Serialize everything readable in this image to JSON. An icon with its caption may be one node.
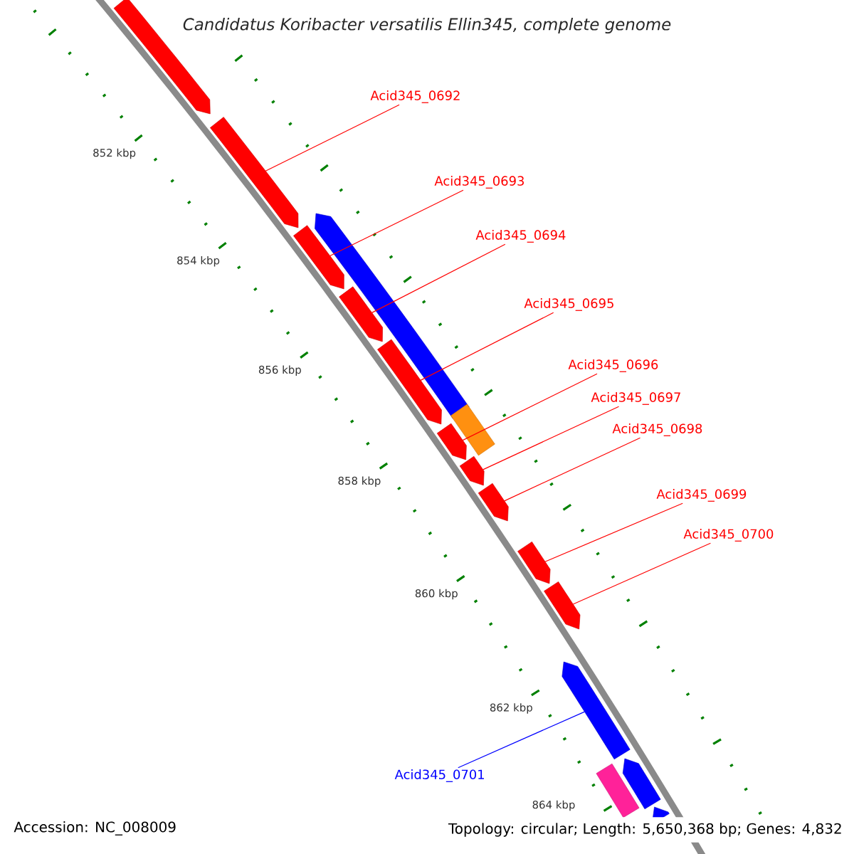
{
  "diagram": {
    "title": "Candidatus Koribacter versatilis Ellin345, complete genome",
    "nodes": [
      {
        "text": [
          "Acid345_0692"
        ]
      },
      {
        "text": [
          "Acid345_0693"
        ]
      },
      {
        "text": [
          "Acid345_0694"
        ]
      },
      {
        "text": [
          "Acid345_0695"
        ]
      },
      {
        "text": [
          "Acid345_0696"
        ]
      },
      {
        "text": [
          "Acid345_0697"
        ]
      },
      {
        "text": [
          "Acid345_0698"
        ]
      },
      {
        "text": [
          "Acid345_0699"
        ]
      },
      {
        "text": [
          "Acid345_0700"
        ]
      },
      {
        "text": [
          "Acid345_0701"
        ]
      },
      {
        "text": [],
        "shape": "bar"
      },
      {
        "text": [],
        "shape": "bar"
      },
      {
        "text": [],
        "shape": "bar"
      },
      {
        "text": [],
        "shape": "bar"
      },
      {
        "text": [],
        "shape": "bar"
      },
      {
        "text": [],
        "shape": "bar"
      },
      {
        "text": [],
        "shape": "box"
      },
      {
        "text": [],
        "shape": "bar"
      },
      {
        "text": [],
        "shape": "bar"
      },
      {
        "text": [],
        "shape": "bar"
      },
      {
        "text": [],
        "shape": "bar"
      },
      {
        "text": [],
        "shape": "bar"
      },
      {
        "text": [],
        "shape": "bar"
      },
      {
        "text": [],
        "shape": "bar"
      },
      {
        "text": [],
        "shape": "box"
      },
      {
        "text": [],
        "shape": "bar"
      }
    ],
    "edges": [
      {
        "from": 0,
        "to": 11,
        "arrow": "none"
      },
      {
        "from": 1,
        "to": 13,
        "arrow": "none"
      },
      {
        "from": 2,
        "to": 14,
        "arrow": "none"
      },
      {
        "from": 3,
        "to": 15,
        "arrow": "none"
      },
      {
        "from": 4,
        "to": 17,
        "arrow": "none"
      },
      {
        "from": 5,
        "to": 18,
        "arrow": "none"
      },
      {
        "from": 6,
        "to": 19,
        "arrow": "none"
      },
      {
        "from": 7,
        "to": 20,
        "arrow": "none"
      },
      {
        "from": 8,
        "to": 21,
        "arrow": "none"
      },
      {
        "from": 9,
        "to": 22,
        "arrow": "none",
        "color": "#0000ff"
      }
    ],
    "labels": [
      "852 kbp",
      "854 kbp",
      "856 kbp",
      "858 kbp",
      "860 kbp",
      "862 kbp",
      "864 kbp",
      "Accession: NC_008009",
      "Topology: circular; Length: 5,650,368 bp; Genes: 4,832"
    ]
  }
}
